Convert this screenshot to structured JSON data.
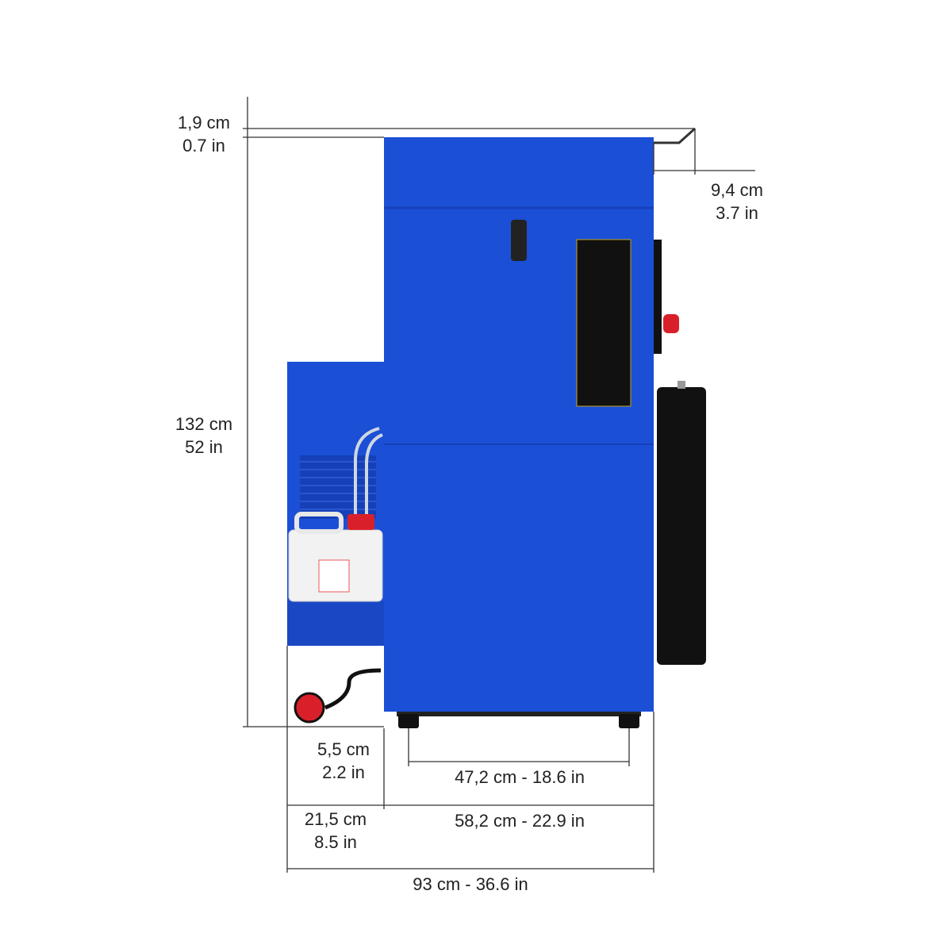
{
  "dimensions": {
    "top_offset": {
      "metric": "1,9 cm",
      "imperial": "0.7 in"
    },
    "handle_depth": {
      "metric": "9,4 cm",
      "imperial": "3.7 in"
    },
    "height": {
      "metric": "132 cm",
      "imperial": "52 in"
    },
    "foot_inset": {
      "metric": "5,5 cm",
      "imperial": "2.2 in"
    },
    "foot_span": "47,2 cm - 18.6 in",
    "side_unit": {
      "metric": "21,5 cm",
      "imperial": "8.5 in"
    },
    "cabinet_width": "58,2 cm - 22.9 in",
    "total_width": "93 cm - 36.6 in"
  },
  "colors": {
    "body": "#1b4fd6",
    "body_dark": "#1640b8",
    "line": "#333333",
    "red": "#d9202a"
  }
}
